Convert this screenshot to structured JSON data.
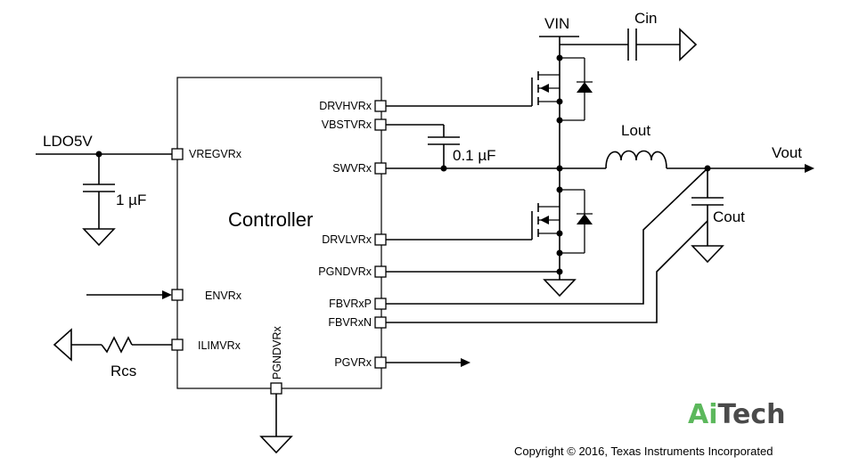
{
  "controller": {
    "title": "Controller",
    "pins": {
      "drvhvrx": "DRVHVRx",
      "vbstvrx": "VBSTVRx",
      "swvrx": "SWVRx",
      "drvlvrx": "DRVLVRx",
      "pgndvrx_right": "PGNDVRx",
      "fbvrxp": "FBVRxP",
      "fbvrxn": "FBVRxN",
      "pgvrx": "PGVRx",
      "vregvrx": "VREGVRx",
      "envrx": "ENVRx",
      "ilimvrx": "ILIMVRx",
      "pgndvrx_bottom": "PGNDVRx"
    }
  },
  "labels": {
    "ldo5v": "LDO5V",
    "vin": "VIN",
    "cin": "Cin",
    "lout": "Lout",
    "vout": "Vout",
    "cout": "Cout",
    "c_boot": "0.1 µF",
    "c_vreg": "1 µF",
    "rcs": "Rcs"
  },
  "branding": {
    "logo_part1": "Ai",
    "logo_part2": "Tech",
    "logo_color1": "#5cb85c",
    "logo_color2": "#4a4a4a",
    "copyright": "Copyright © 2016, Texas Instruments Incorporated"
  }
}
